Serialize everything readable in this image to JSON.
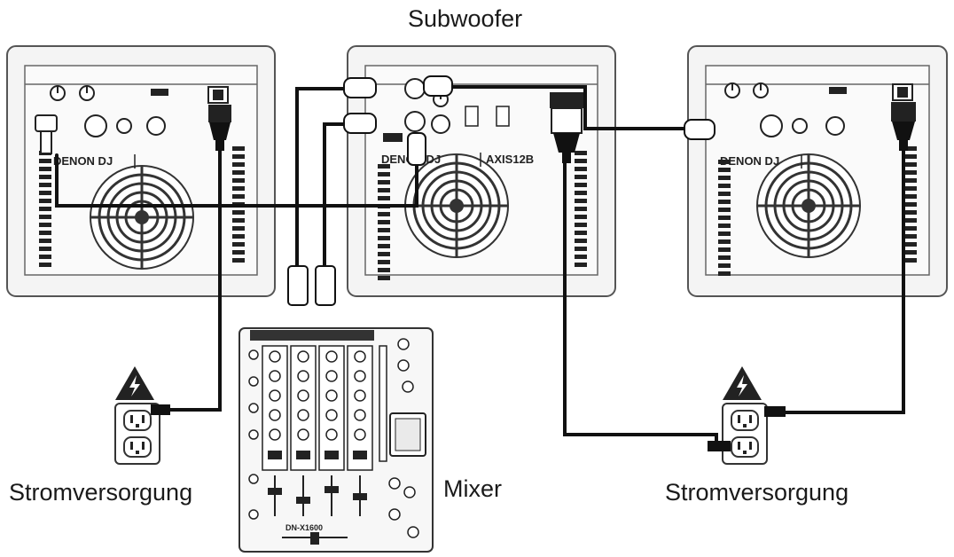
{
  "labels": {
    "subwoofer": "Subwoofer",
    "mixer": "Mixer",
    "power_left": "Stromversorgung",
    "power_right": "Stromversorgung"
  },
  "brand": {
    "left": "DENON DJ",
    "center": "DENON DJ",
    "center_model": "AXIS12B",
    "right": "DENON DJ",
    "mixer": "DN-X1600"
  },
  "icons": {
    "warning": "high-voltage-warning-icon",
    "outlet": "duplex-power-outlet-icon",
    "fan": "speaker-fan-grille-icon"
  },
  "colors": {
    "line": "#111111",
    "panel": "#f4f4f4",
    "panel_stroke": "#555555"
  }
}
